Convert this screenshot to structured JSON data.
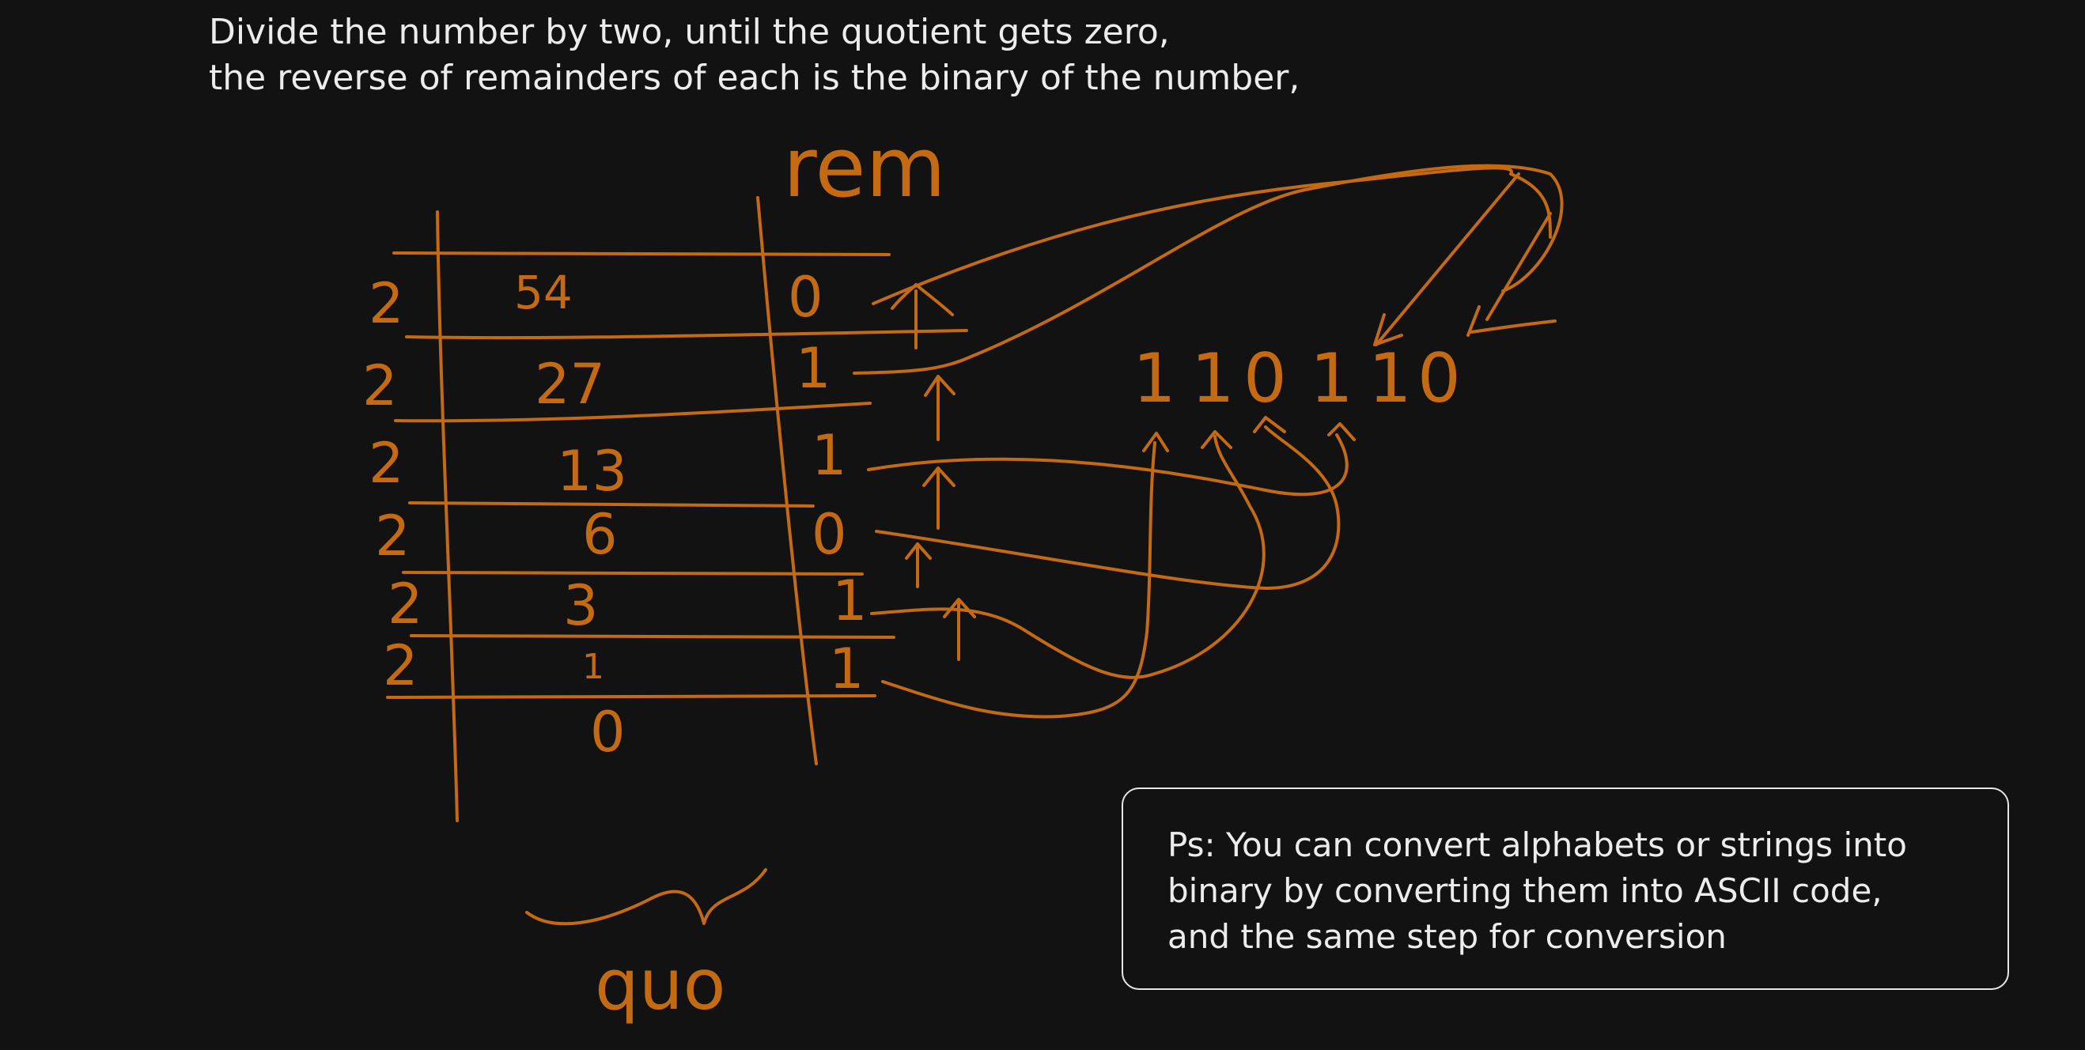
{
  "intro": {
    "line1": "Divide the number by two, until the quotient gets zero,",
    "line2": "the reverse of remainders of each is the binary of the number,"
  },
  "colors": {
    "background": "#121212",
    "ink": "#c46a12",
    "text": "#ececec"
  },
  "table": {
    "divisors": [
      "2",
      "2",
      "2",
      "2",
      "2",
      "2"
    ],
    "quotients": [
      "54",
      "27",
      "13",
      "6",
      "3",
      "1",
      "0"
    ],
    "remainders": [
      "0",
      "1",
      "1",
      "0",
      "1",
      "1"
    ],
    "rem_label": "rem",
    "quo_label": "quo"
  },
  "binary_result": [
    "1",
    "1",
    "0",
    "1",
    "1",
    "0"
  ],
  "note": {
    "line1": "Ps: You can convert alphabets or strings into",
    "line2": "binary by converting them into ASCII code,",
    "line3": "and the same step for conversion"
  }
}
